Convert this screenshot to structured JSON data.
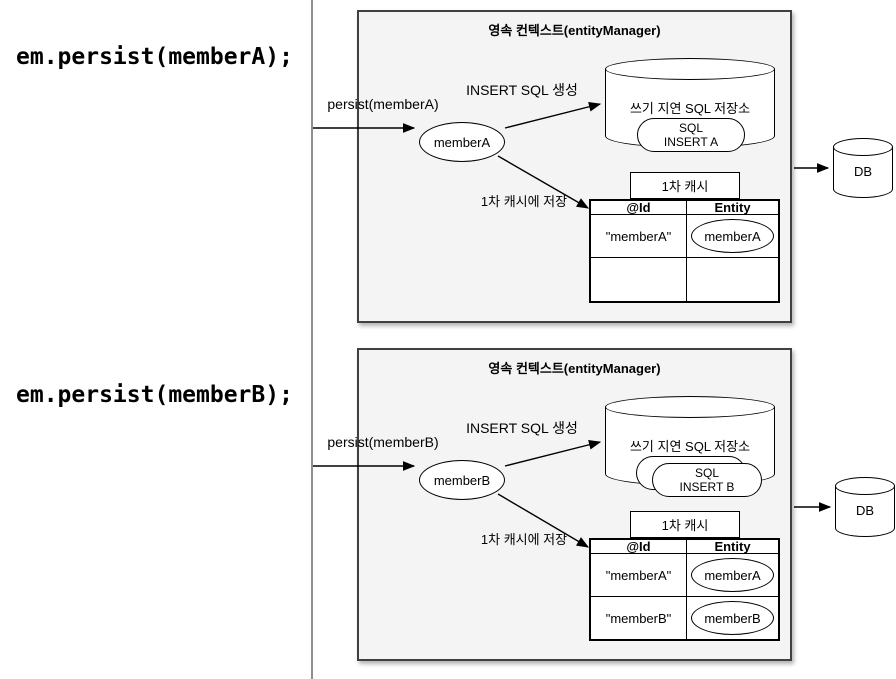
{
  "colors": {
    "panel_bg": "#f4f4f4",
    "panel_border": "#404040",
    "divider": "#8f8f8f"
  },
  "sections": [
    {
      "code": "em.persist(memberA);",
      "title": "영속 컨텍스트(entityManager)",
      "persist_label": "persist(memberA)",
      "insert_sql_label": "INSERT SQL 생성",
      "store_label": "1차 캐시에 저장",
      "sql_store_title": "쓰기 지연 SQL 저장소",
      "sql_line1": "SQL",
      "sql_line2": "INSERT A",
      "entity": "memberA",
      "cache_title": "1차 캐시",
      "id_header": "@Id",
      "entity_header": "Entity",
      "rows": [
        {
          "id": "\"memberA\"",
          "entity": "memberA"
        },
        {
          "id": "",
          "entity": ""
        }
      ],
      "db": "DB"
    },
    {
      "code": "em.persist(memberB);",
      "title": "영속 컨텍스트(entityManager)",
      "persist_label": "persist(memberB)",
      "insert_sql_label": "INSERT SQL 생성",
      "store_label": "1차 캐시에 저장",
      "sql_store_title": "쓰기 지연 SQL 저장소",
      "sql_line1": "SQL",
      "sql_line2": "INSERT B",
      "entity": "memberB",
      "cache_title": "1차 캐시",
      "id_header": "@Id",
      "entity_header": "Entity",
      "rows": [
        {
          "id": "\"memberA\"",
          "entity": "memberA"
        },
        {
          "id": "\"memberB\"",
          "entity": "memberB"
        }
      ],
      "db": "DB"
    }
  ]
}
